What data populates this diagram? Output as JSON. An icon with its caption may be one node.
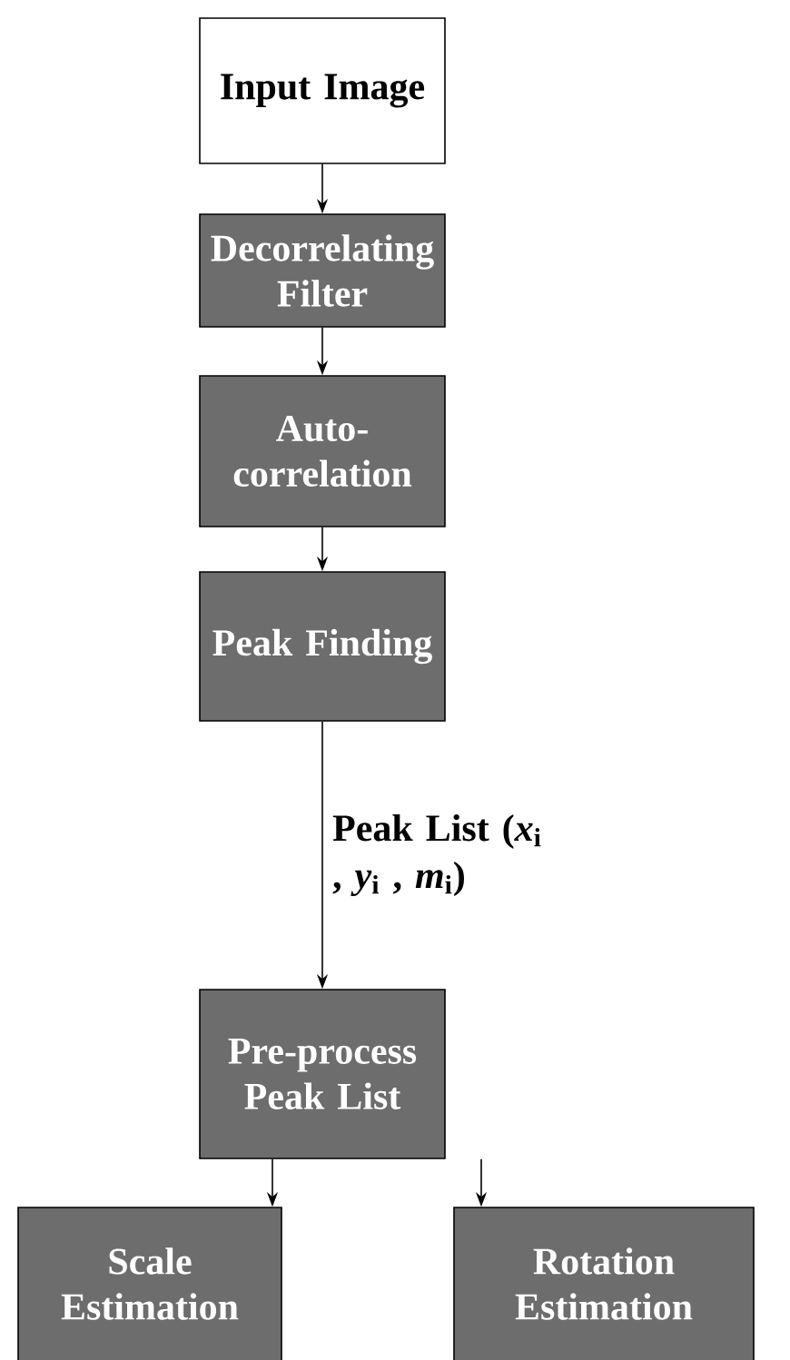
{
  "diagram": {
    "nodes": [
      {
        "text": [
          "Input Image"
        ]
      },
      {
        "text": [
          "Decorrelating Filter"
        ]
      },
      {
        "text": [
          "Auto-correlation"
        ]
      },
      {
        "text": [
          "Peak Finding"
        ]
      },
      {
        "text": [
          "Pre-process Peak List"
        ]
      },
      {
        "text": [
          "Scale Estimation"
        ]
      },
      {
        "text": [
          "Rotation Estimation"
        ]
      }
    ],
    "edges": [
      {
        "from": 0,
        "to": 1,
        "arrow": "to"
      },
      {
        "from": 1,
        "to": 2,
        "arrow": "to"
      },
      {
        "from": 2,
        "to": 3,
        "arrow": "to"
      },
      {
        "from": 3,
        "to": 4,
        "arrow": "to",
        "label": "Peak List (*x*$_{i}$ , *y*$_{i}$ , *m*$_{i}$)"
      },
      {
        "from": 4,
        "to": 5,
        "arrow": "to"
      },
      {
        "from": 4,
        "to": 6,
        "arrow": "to"
      }
    ]
  }
}
